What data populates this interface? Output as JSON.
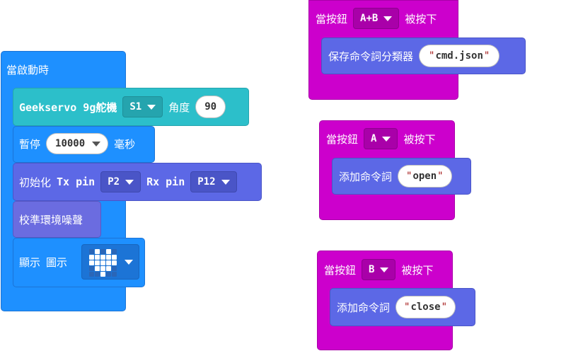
{
  "colors": {
    "basic_blue": "#1e90ff",
    "basic_blue_dark": "#1c74d6",
    "servo_teal": "#2cbfca",
    "servo_teal_dark": "#25a4ae",
    "violet": "#5c68e6",
    "violet_dark": "#4a55c7",
    "violet2": "#6b6ce0",
    "button_magenta": "#cc00cc",
    "button_magenta_dark": "#a900a9",
    "led_on": "#ffffff",
    "led_off": "#2a66b8"
  },
  "on_start": {
    "label": "當啟動時",
    "servo": {
      "prefix": "Geekservo 9g舵機",
      "port": "S1",
      "angle_label": "角度",
      "angle": "90"
    },
    "pause": {
      "label": "暫停",
      "value": "10000",
      "unit": "毫秒"
    },
    "init": {
      "label": "初始化",
      "tx_label": "Tx pin",
      "tx": "P2",
      "rx_label": "Rx pin",
      "rx": "P12"
    },
    "calibrate": {
      "label": "校準環境噪聲"
    },
    "show": {
      "label": "顯示",
      "icon_label": "圖示",
      "icon": "heart-icon",
      "pattern": [
        0,
        1,
        0,
        1,
        0,
        1,
        1,
        1,
        1,
        1,
        1,
        1,
        1,
        1,
        1,
        0,
        1,
        1,
        1,
        0,
        0,
        0,
        1,
        0,
        0
      ]
    }
  },
  "button_ab": {
    "prefix": "當按鈕",
    "button": "A+B",
    "suffix": "被按下",
    "body": {
      "label": "保存命令詞分類器",
      "value": "cmd.json"
    }
  },
  "button_a": {
    "prefix": "當按鈕",
    "button": "A",
    "suffix": "被按下",
    "body": {
      "label": "添加命令詞",
      "value": "open"
    }
  },
  "button_b": {
    "prefix": "當按鈕",
    "button": "B",
    "suffix": "被按下",
    "body": {
      "label": "添加命令詞",
      "value": "close"
    }
  }
}
